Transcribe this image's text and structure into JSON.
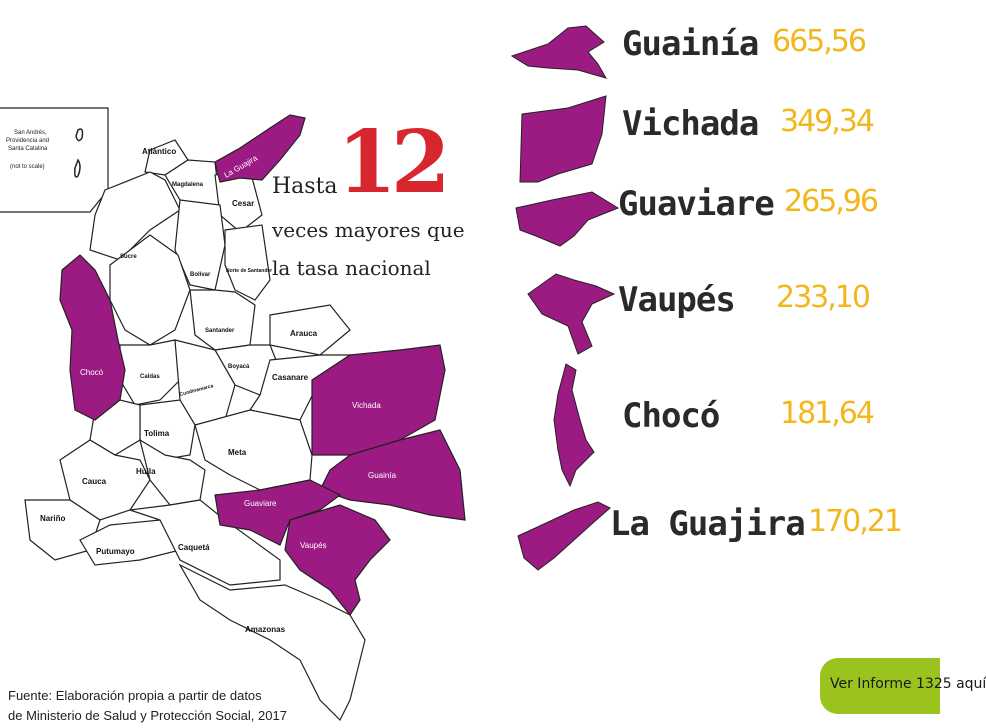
{
  "headline": {
    "prefix": "Hasta",
    "number": "12",
    "line2": "veces mayores que",
    "line3": "la tasa nacional"
  },
  "inset": {
    "line1": "San Andrés,",
    "line2": "Providencia and",
    "line3": "Santa Catalina",
    "line4": "(not to scale)"
  },
  "map_labels": {
    "atlantico": "Atlántico",
    "magdalena": "Magdalena",
    "la_guajira": "La Guajira",
    "cesar": "Cesar",
    "sucre": "Sucre",
    "bolivar": "Bolívar",
    "norte_santander": "Norte de Santander",
    "santander": "Santander",
    "arauca": "Arauca",
    "boyaca": "Boyacá",
    "casanare": "Casanare",
    "choco": "Chocó",
    "caldas": "Caldas",
    "cundinamarca": "Cundinamarca",
    "vichada": "Vichada",
    "tolima": "Tolima",
    "meta": "Meta",
    "guainia": "Guainía",
    "huila": "Huila",
    "cauca": "Cauca",
    "guaviare": "Guaviare",
    "narino": "Nariño",
    "vaupes": "Vaupés",
    "putumayo": "Putumayo",
    "caqueta": "Caquetá",
    "amazonas": "Amazonas"
  },
  "ranking": [
    {
      "name": "Guainía",
      "value": "665,56"
    },
    {
      "name": "Vichada",
      "value": "349,34"
    },
    {
      "name": "Guaviare",
      "value": "265,96"
    },
    {
      "name": "Vaupés",
      "value": "233,10"
    },
    {
      "name": "Chocó",
      "value": "181,64"
    },
    {
      "name": "La Guajira",
      "value": "170,21"
    }
  ],
  "source": {
    "line1": "Fuente: Elaboración propia a partir de datos",
    "line2": "de Ministerio de Salud y Protección Social, 2017"
  },
  "report_button": "Ver Informe 1325 aquí",
  "colors": {
    "highlight": "#9b1b82",
    "number": "#d7262e",
    "value": "#f2b71c",
    "button": "#9ac31e"
  }
}
